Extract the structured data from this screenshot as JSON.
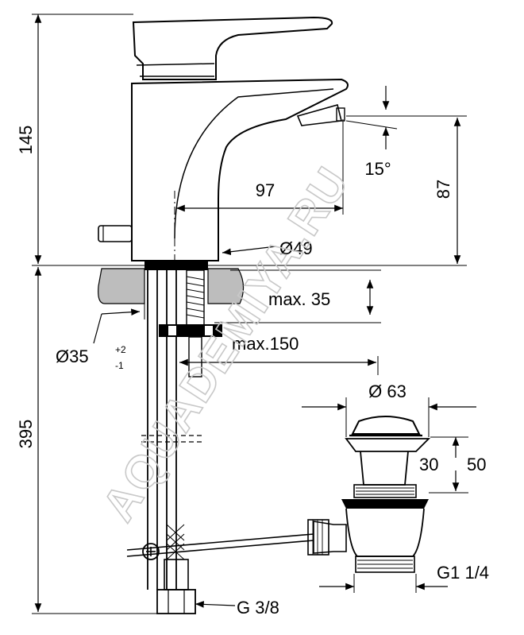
{
  "dimensions": {
    "tap_height": "145",
    "below_deck": "395",
    "spout_reach": "97",
    "spout_height": "87",
    "spout_angle": "15°",
    "body_diameter": "Ø49",
    "max_deck_thickness": "max. 35",
    "hole_diameter": "Ø35",
    "hole_tol_plus": "+2",
    "hole_tol_minus": "-1",
    "max_rod_length": "max.150",
    "waste_diameter": "Ø 63",
    "waste_range_min": "30",
    "waste_range_max": "50",
    "waste_thread": "G1 1/4",
    "supply_thread": "G 3/8"
  },
  "watermark": "AQUADEMIYA.RU",
  "colors": {
    "line": "#000000",
    "deck_fill": "#bdbdbd",
    "watermark": "#c8c8c8"
  }
}
